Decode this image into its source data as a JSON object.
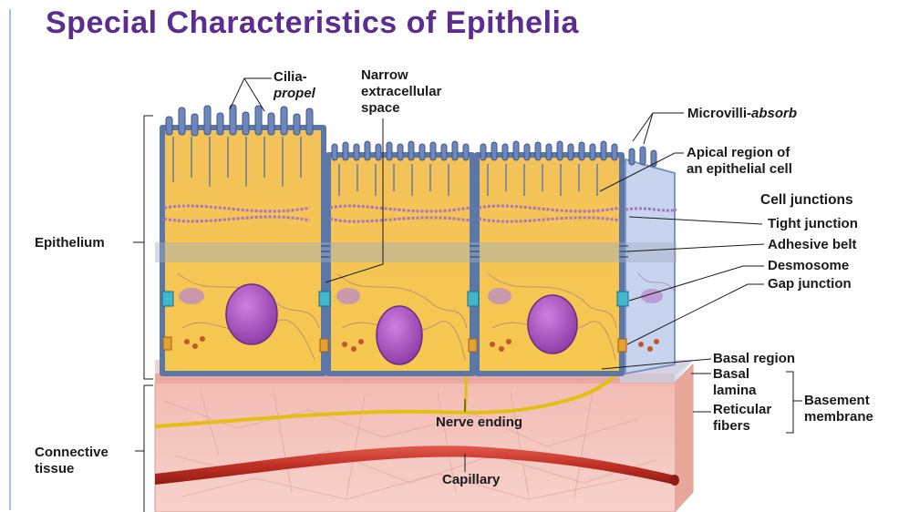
{
  "title": "Special Characteristics of Epithelia",
  "labels": {
    "cilia_line1": "Cilia-",
    "cilia_line2": "propel",
    "narrow_line1": "Narrow",
    "narrow_line2": "extracellular",
    "narrow_line3": "space",
    "microvilli_a": "Microvilli-",
    "microvilli_b": "absorb",
    "apical_line1": "Apical region of",
    "apical_line2": "an epithelial cell",
    "cell_junctions": "Cell junctions",
    "tight_junction": "Tight junction",
    "adhesive_belt": "Adhesive belt",
    "desmosome": "Desmosome",
    "gap_junction": "Gap junction",
    "basal_region": "Basal region",
    "basal_lamina_1": "Basal",
    "basal_lamina_2": "lamina",
    "reticular_1": "Reticular",
    "reticular_2": "fibers",
    "basement_1": "Basement",
    "basement_2": "membrane",
    "nerve_ending": "Nerve ending",
    "capillary": "Capillary",
    "epithelium": "Epithelium",
    "connective_1": "Connective",
    "connective_2": "tissue"
  },
  "colors": {
    "title": "#5b2d8e",
    "cell_fill": "#f6c24e",
    "cell_border": "#5a77a8",
    "nucleus": "#a24fb8",
    "connective": "#f4c7c0",
    "capillary": "#c5352a",
    "nerve": "#f2d21c"
  }
}
